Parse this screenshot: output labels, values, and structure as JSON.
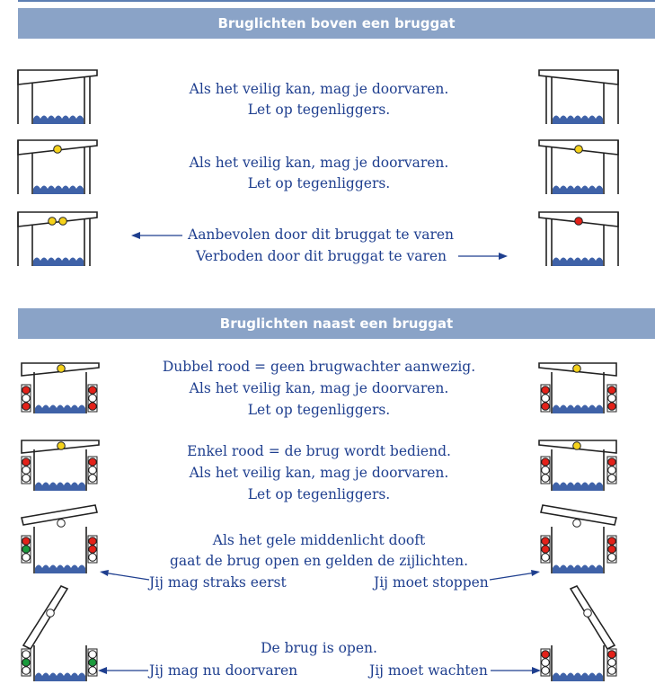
{
  "sections": {
    "above": {
      "title": "Bruglichten boven een bruggat"
    },
    "beside": {
      "title": "Bruglichten naast een bruggat"
    }
  },
  "rows": {
    "r1": {
      "line1": "Als het veilig kan, mag je doorvaren.",
      "line2": "Let op tegenliggers."
    },
    "r2": {
      "line1": "Als het veilig kan, mag je doorvaren.",
      "line2": "Let op tegenliggers."
    },
    "r3": {
      "line1": "Aanbevolen door dit bruggat te varen",
      "line2": "Verboden door dit bruggat te varen"
    },
    "r4": {
      "line1": "Dubbel rood = geen brugwachter aanwezig.",
      "line2": "Als het veilig kan, mag je doorvaren.",
      "line3": "Let op tegenliggers."
    },
    "r5": {
      "line1": "Enkel rood = de brug wordt bediend.",
      "line2": "Als het veilig kan, mag je doorvaren.",
      "line3": "Let op tegenliggers."
    },
    "r6": {
      "line1": "Als het gele middenlicht dooft",
      "line2": "gaat de brug open en gelden de zijlichten.",
      "left": "Jij mag straks eerst",
      "right": "Jij moet stoppen"
    },
    "r7": {
      "line1": "De brug is open.",
      "left": "Jij mag nu doorvaren",
      "right": "Jij moet wachten"
    }
  },
  "colors": {
    "band": "#8aa3c7",
    "text": "#1f3f8f",
    "water": "#3f62a8",
    "red": "#e32119",
    "green": "#1a9a3c",
    "yellow": "#f5d21b"
  }
}
